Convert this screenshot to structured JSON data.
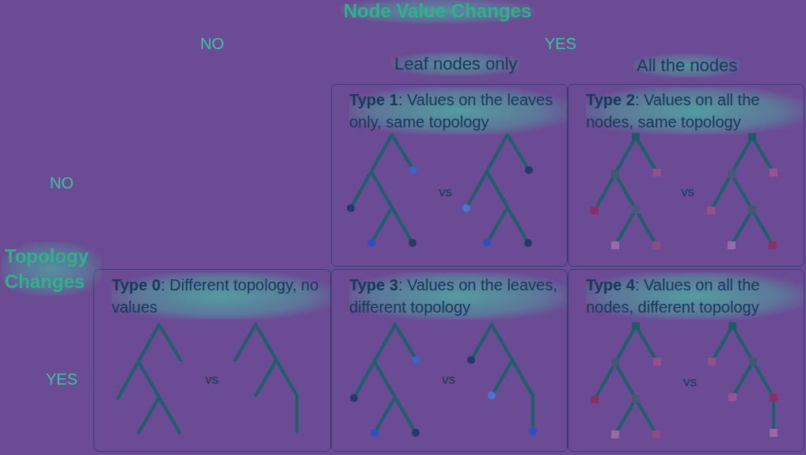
{
  "diagram": {
    "nodes": [
      {
        "text": [
          "Type 1: Values on the leaves only, same topology"
        ]
      },
      {
        "text": [
          "Type 2: Values on all the nodes, same topology"
        ]
      },
      {
        "text": [
          "Type 0: Different topology, no values"
        ]
      },
      {
        "text": [
          "Type 3: Values on the leaves, different topology"
        ]
      },
      {
        "text": [
          "Type 4: Values on all the nodes, different topology"
        ]
      }
    ],
    "edges": [],
    "labels": [
      "Node Value Changes",
      "NO",
      "YES",
      "Leaf nodes only",
      "All the nodes",
      "NO",
      "Topology Changes",
      "YES",
      "vs",
      "vs",
      "vs",
      "vs",
      "vs"
    ]
  }
}
